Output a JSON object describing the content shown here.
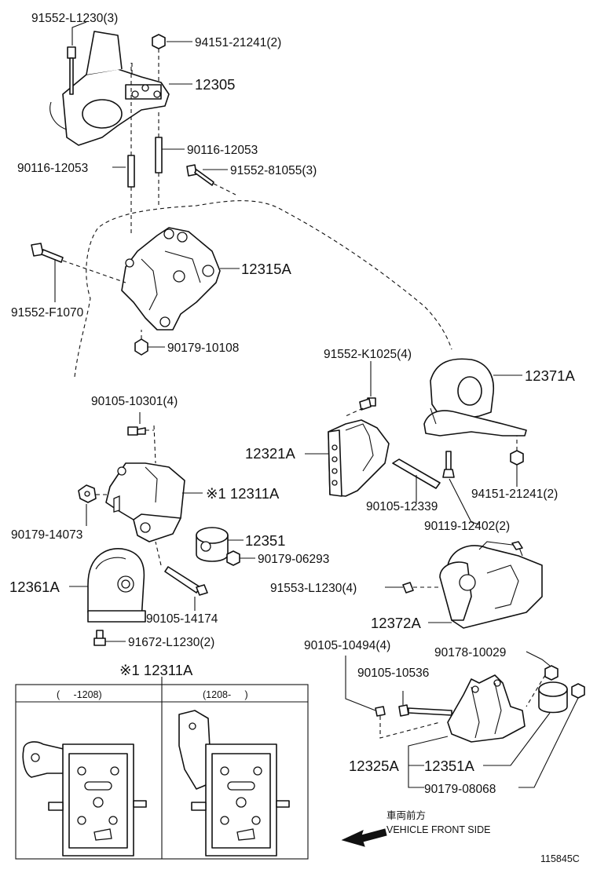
{
  "labels": {
    "p_91552_L1230": "91552-L1230(3)",
    "p_94151_21241_top": "94151-21241(2)",
    "p_12305": "12305",
    "p_90116_12053_r": "90116-12053",
    "p_90116_12053_l": "90116-12053",
    "p_91552_81055": "91552-81055(3)",
    "p_12315A": "12315A",
    "p_91552_F1070": "91552-F1070",
    "p_90179_10108": "90179-10108",
    "p_91552_K1025": "91552-K1025(4)",
    "p_12371A": "12371A",
    "p_90105_10301": "90105-10301(4)",
    "p_12321A": "12321A",
    "p_12311A": "※1 12311A",
    "p_90105_12339": "90105-12339",
    "p_94151_21241_r": "94151-21241(2)",
    "p_90179_14073": "90179-14073",
    "p_12351": "12351",
    "p_90119_12402": "90119-12402(2)",
    "p_90179_06293": "90179-06293",
    "p_12361A": "12361A",
    "p_91553_L1230": "91553-L1230(4)",
    "p_90105_14174": "90105-14174",
    "p_12372A": "12372A",
    "p_91672_L1230": "91672-L1230(2)",
    "p_90105_10494": "90105-10494(4)",
    "p_90178_10029": "90178-10029",
    "p_90105_10536": "90105-10536",
    "p_12325A": "12325A",
    "p_12351A": "12351A",
    "p_90179_08068": "90179-08068"
  },
  "inset": {
    "title": "※1 12311A",
    "col_left": "(     -1208)",
    "col_right": "(1208-     )"
  },
  "direction": {
    "jp": "車両前方",
    "en": "VEHICLE FRONT SIDE"
  },
  "ref": "115845C"
}
